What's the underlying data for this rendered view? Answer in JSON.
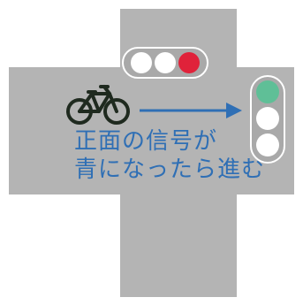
{
  "caption": {
    "line1": "正面の信号が",
    "line2": "青になったら進む"
  },
  "colors": {
    "road": "#b4b4b4",
    "text": "#2f6fb5",
    "arrow": "#2f6fb5",
    "bicycle": "#1f2a1f",
    "signal_red": "#e0223a",
    "signal_green": "#5fbf97",
    "signal_off": "#ffffff",
    "housing": "#a9a9a9"
  },
  "signals": {
    "horizontal": [
      "off",
      "off",
      "red"
    ],
    "vertical": [
      "green",
      "off",
      "off"
    ]
  },
  "icons": {
    "bicycle": "bicycle-icon",
    "arrow": "arrow-right-icon"
  }
}
